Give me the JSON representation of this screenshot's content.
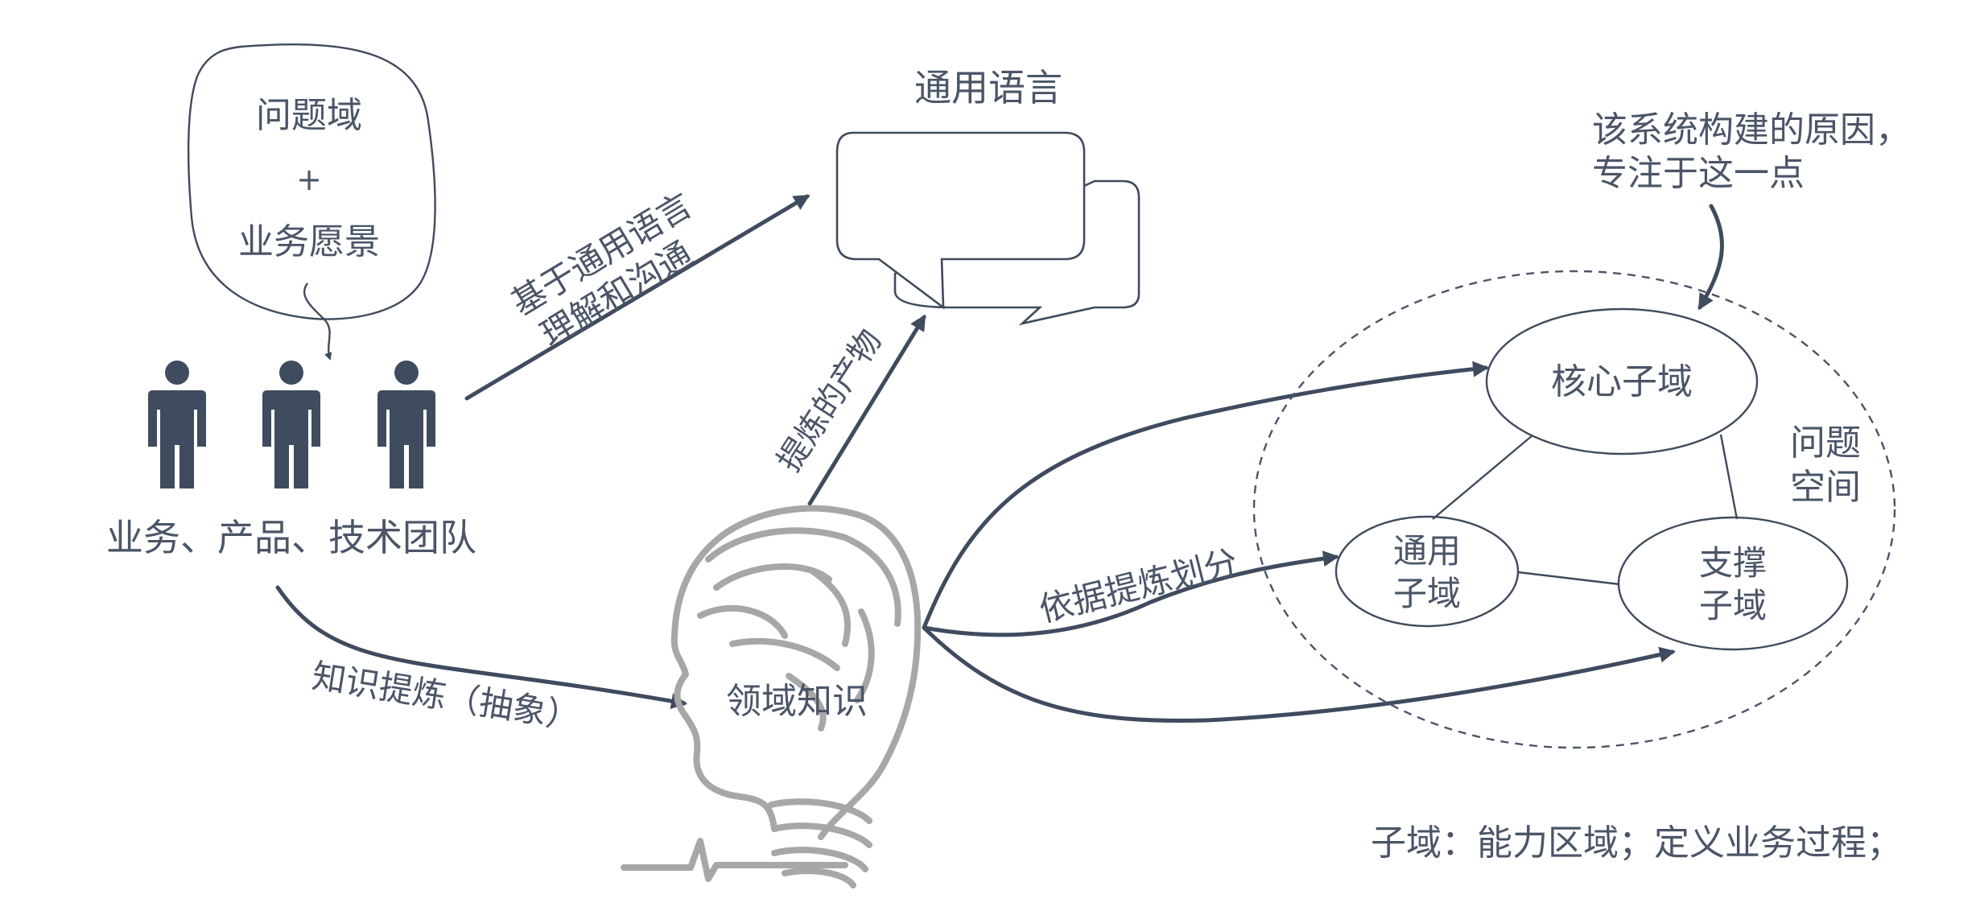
{
  "problem_bubble": {
    "line1": "问题域",
    "plus": "+",
    "line2": "业务愿景"
  },
  "team_label": "业务、产品、技术团队",
  "common_language_title": "通用语言",
  "arrow_labels": {
    "communicate_line1": "基于通用语言",
    "communicate_line2": "理解和沟通",
    "refine_product": "提炼的产物",
    "knowledge_refine": "知识提炼（抽象）",
    "divide": "依据提炼划分"
  },
  "domain_knowledge": "领域知识",
  "core_note": {
    "line1": "该系统构建的原因，",
    "line2": "专注于这一点"
  },
  "problem_space": {
    "line1": "问题",
    "line2": "空间"
  },
  "subdomains": {
    "core": "核心子域",
    "generic_line1": "通用",
    "generic_line2": "子域",
    "supporting_line1": "支撑",
    "supporting_line2": "子域"
  },
  "footnote": "子域：能力区域；定义业务过程；",
  "colors": {
    "ink": "#3f4b5e",
    "text": "#4a5568",
    "brain": "#a7a7a7"
  },
  "icons": [
    "person-icon",
    "speech-bubbles-icon",
    "brain-head-icon"
  ]
}
